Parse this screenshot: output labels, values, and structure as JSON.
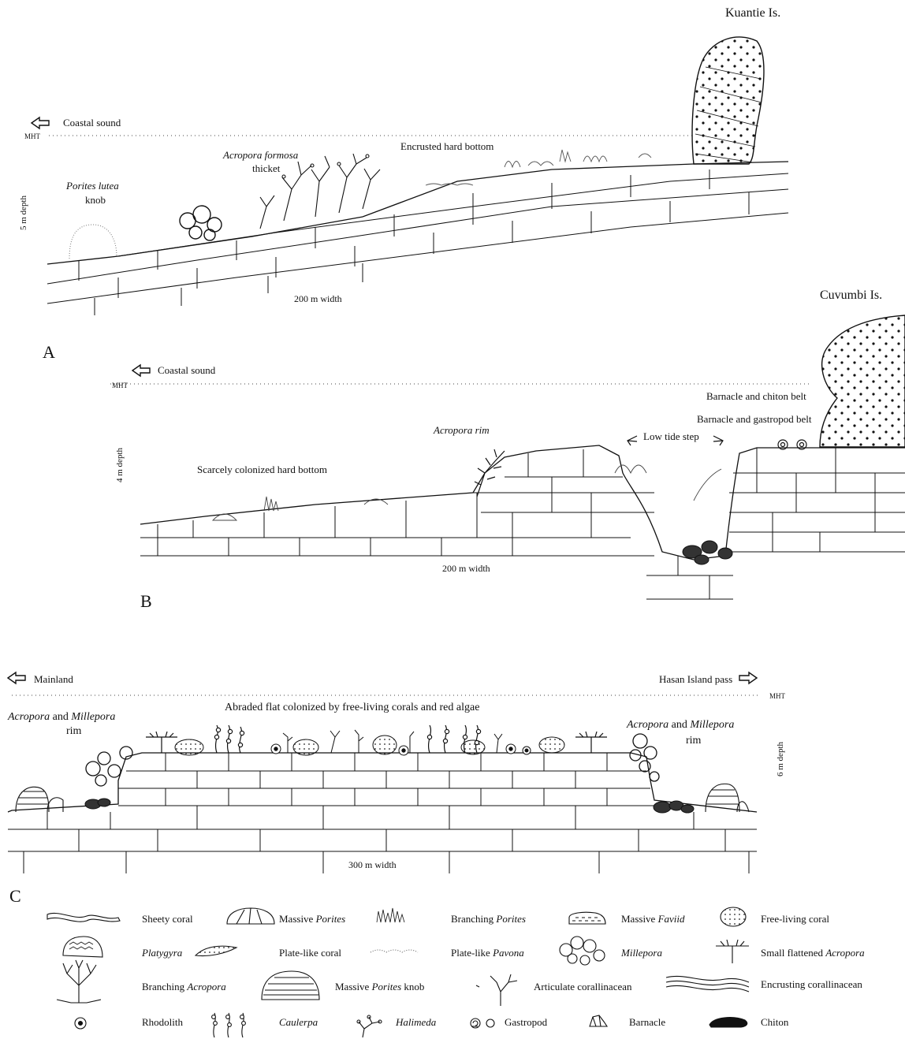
{
  "panel_a": {
    "letter": "A",
    "island": "Kuantie Is.",
    "arrow_label": "Coastal sound",
    "mht": "MHT",
    "depth": "5 m depth",
    "width": "200 m width",
    "porites_lutea_1": "Porites lutea",
    "porites_lutea_2": "knob",
    "acropora_formosa_1": "Acropora formosa",
    "acropora_formosa_2": "thicket",
    "encrusted": "Encrusted hard bottom"
  },
  "panel_b": {
    "letter": "B",
    "island": "Cuvumbi Is.",
    "arrow_label": "Coastal sound",
    "mht": "MHT",
    "depth": "4 m depth",
    "width": "200 m width",
    "scarcely": "Scarcely colonized hard bottom",
    "acropora_rim": "Acropora rim",
    "low_tide_step": "Low tide step",
    "barnacle_chiton": "Barnacle and chiton belt",
    "barnacle_gastropod": "Barnacle and gastropod belt"
  },
  "panel_c": {
    "letter": "C",
    "left_arrow": "Mainland",
    "right_arrow": "Hasan Island pass",
    "mht": "MHT",
    "title": "Abraded flat colonized by free-living corals and red algae",
    "left_rim_1a": "Acropora",
    "left_rim_1b": "and",
    "left_rim_1c": "Millepora",
    "left_rim_2": "rim",
    "right_rim_1a": "Acropora",
    "right_rim_1b": "and",
    "right_rim_1c": "Millepora",
    "right_rim_2": "rim",
    "depth": "6 m depth",
    "width": "300 m width"
  },
  "legend": [
    {
      "icon": "sheety-coral-icon",
      "label": "Sheety coral"
    },
    {
      "icon": "massive-porites-icon",
      "label_a": "Massive ",
      "label_b": "Porites"
    },
    {
      "icon": "branching-porites-icon",
      "label_a": "Branching ",
      "label_b": "Porites"
    },
    {
      "icon": "massive-faviid-icon",
      "label_a": "Massive ",
      "label_b": "Faviid"
    },
    {
      "icon": "free-living-coral-icon",
      "label": "Free-living coral"
    },
    {
      "icon": "platygyra-icon",
      "label": "Platygyra"
    },
    {
      "icon": "plate-like-coral-icon",
      "label": "Plate-like coral"
    },
    {
      "icon": "plate-like-pavona-icon",
      "label_a": "Plate-like ",
      "label_b": "Pavona"
    },
    {
      "icon": "millepora-icon",
      "label": "Millepora"
    },
    {
      "icon": "small-flattened-acropora-icon",
      "label_a": "Small flattened ",
      "label_b": "Acropora"
    },
    {
      "icon": "branching-acropora-icon",
      "label_a": "Branching ",
      "label_b": "Acropora"
    },
    {
      "icon": "massive-porites-knob-icon",
      "label_a": "Massive ",
      "label_b": "Porites",
      "label_c": " knob"
    },
    {
      "icon": "articulate-corallinacean-icon",
      "label": "Articulate corallinacean"
    },
    {
      "icon": "encrusting-corallinacean-icon",
      "label": "Encrusting corallinacean"
    },
    {
      "icon": "rhodolith-icon",
      "label": "Rhodolith"
    },
    {
      "icon": "caulerpa-icon",
      "label": "Caulerpa"
    },
    {
      "icon": "halimeda-icon",
      "label": "Halimeda"
    },
    {
      "icon": "gastropod-icon",
      "label": "Gastropod"
    },
    {
      "icon": "barnacle-icon",
      "label": "Barnacle"
    },
    {
      "icon": "chiton-icon",
      "label": "Chiton"
    }
  ]
}
